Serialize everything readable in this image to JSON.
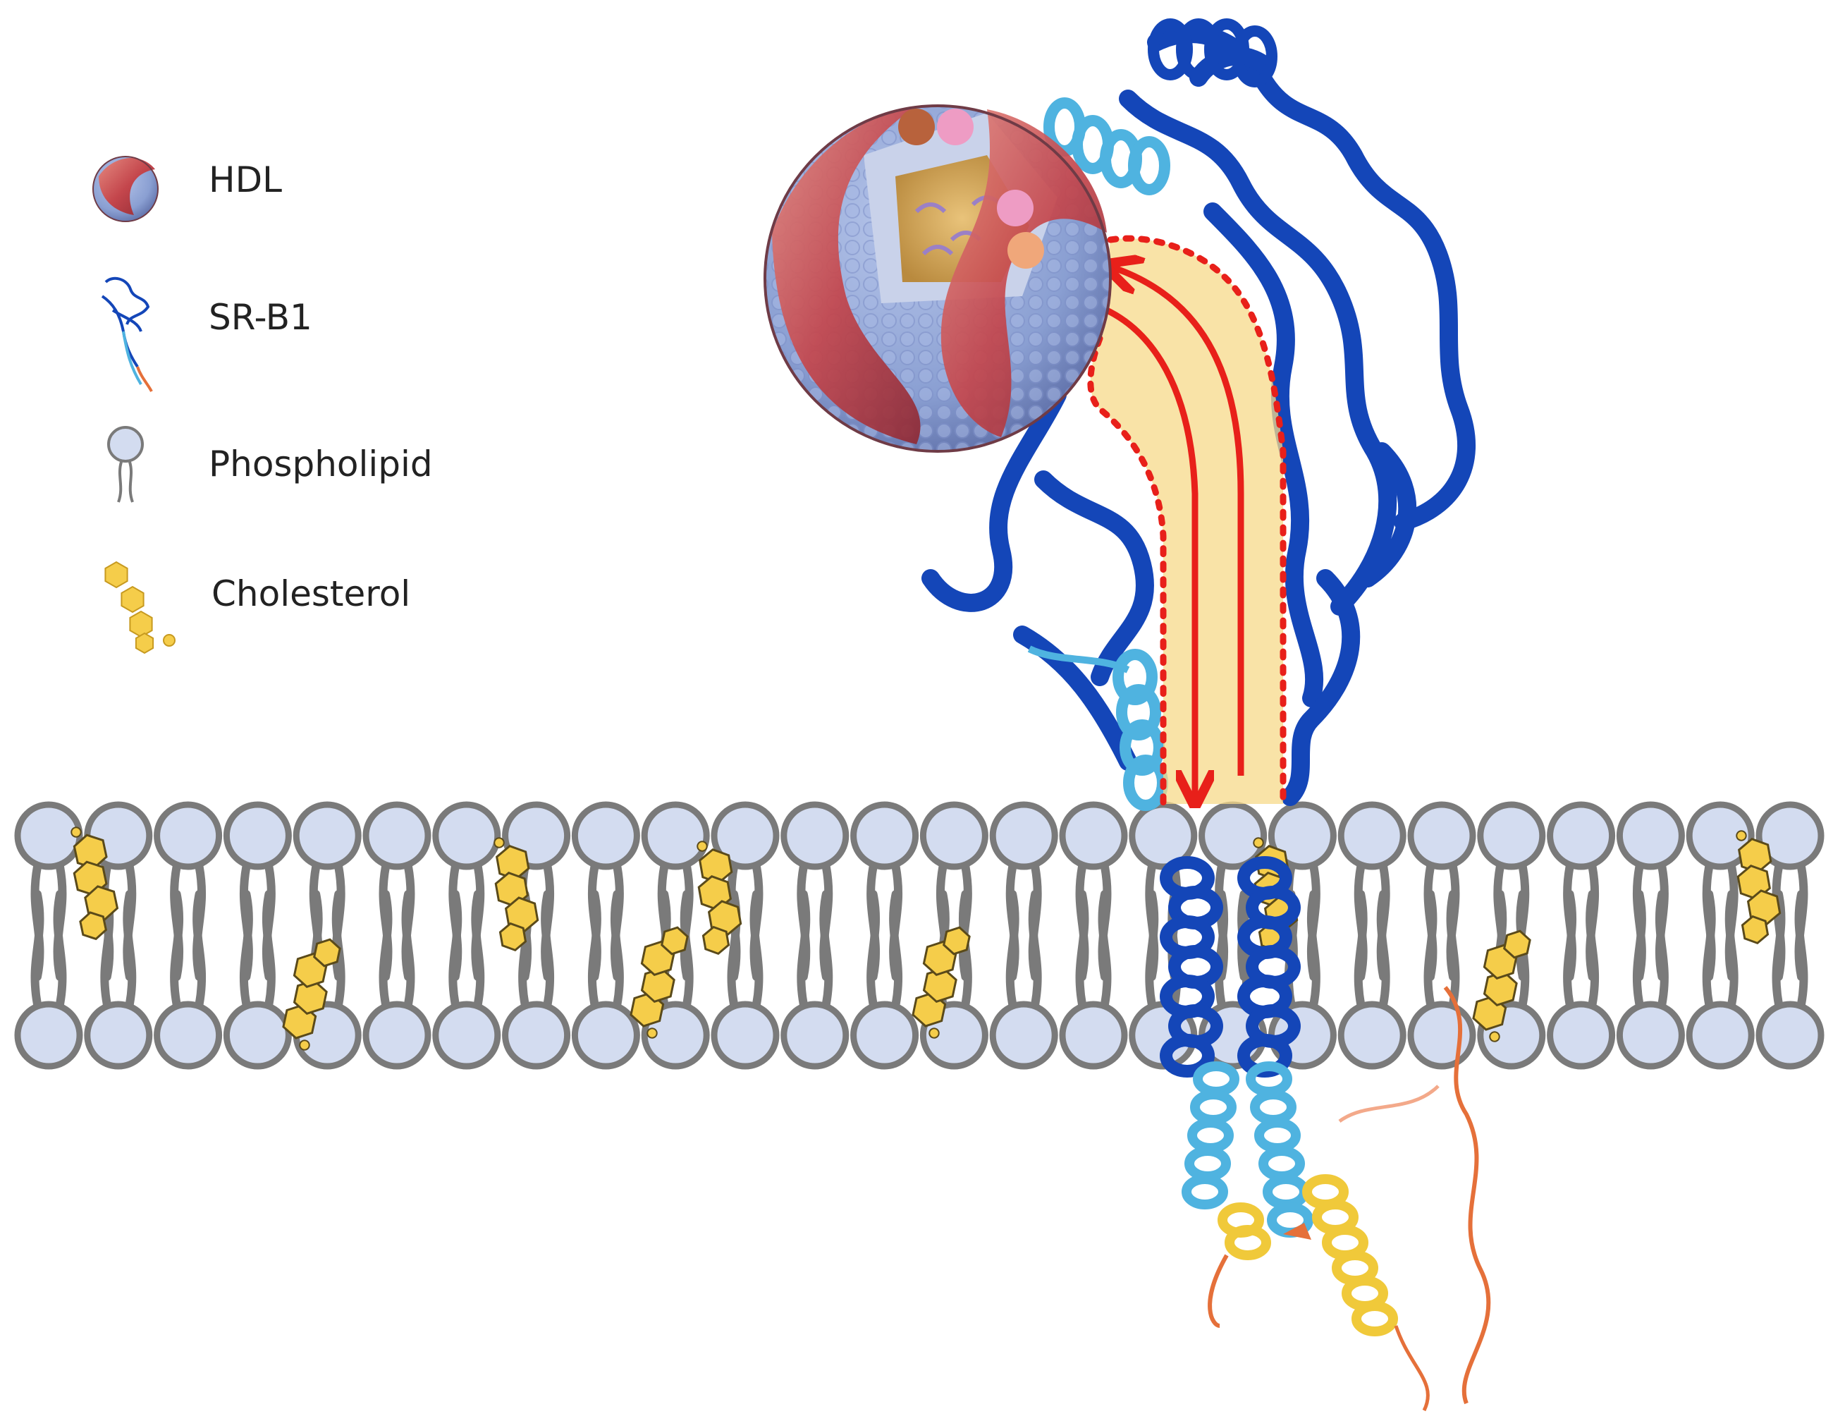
{
  "legend": {
    "items": [
      {
        "label": "HDL",
        "icon": "hdl-particle-icon"
      },
      {
        "label": "SR-B1",
        "icon": "srb1-protein-icon"
      },
      {
        "label": "Phospholipid",
        "icon": "phospholipid-icon"
      },
      {
        "label": "Cholesterol",
        "icon": "cholesterol-icon"
      }
    ]
  },
  "colors": {
    "membrane_head_fill": "#d3dcf0",
    "membrane_stroke": "#7a7a7a",
    "cholesterol_fill": "#f5cd4a",
    "cholesterol_stroke": "#5a4a1a",
    "protein_dark_blue": "#1446b8",
    "protein_light_blue": "#4fb3e0",
    "protein_yellow": "#f0c93a",
    "protein_orange": "#e5703a",
    "channel_fill": "#f7d98a",
    "arrow_red": "#e8201a",
    "hdl_shell": "#c65a5e",
    "hdl_surface": "#8fa6d8"
  }
}
